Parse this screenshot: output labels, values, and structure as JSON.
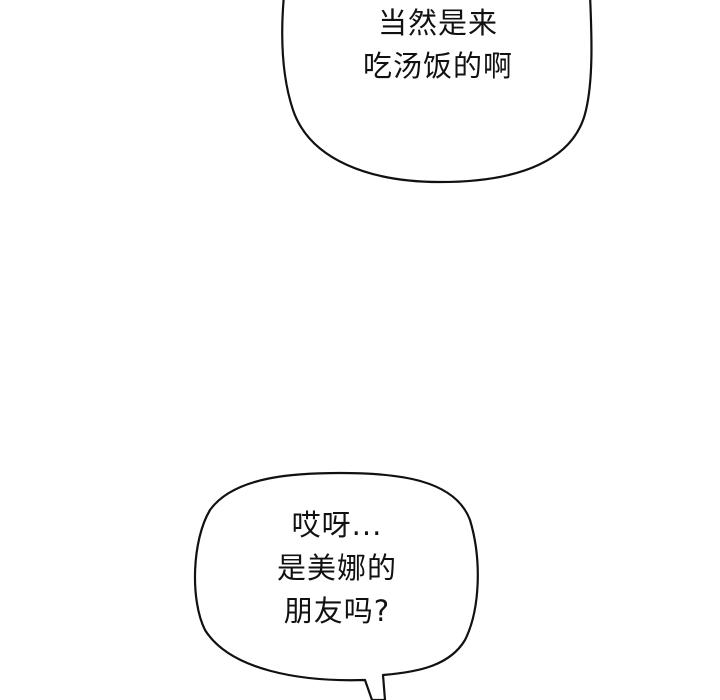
{
  "comic_panel": {
    "background_color": "#ffffff",
    "bubbles": [
      {
        "id": "top",
        "lines": [
          "当然是来",
          "吃汤饭的啊"
        ]
      },
      {
        "id": "bottom",
        "lines": [
          "哎呀...",
          "是美娜的",
          "朋友吗?"
        ]
      }
    ],
    "stroke_color": "#111111"
  }
}
